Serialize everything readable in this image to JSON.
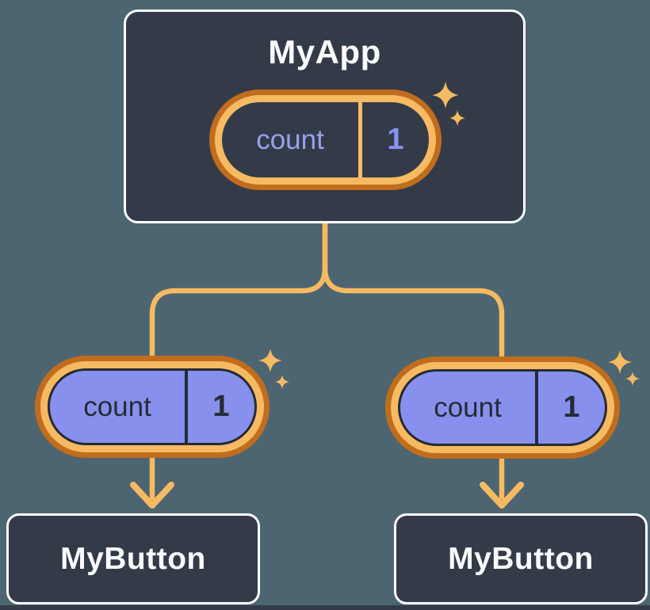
{
  "colors": {
    "background": "#4C6570",
    "node_fill": "#343B48",
    "node_border": "#FFFFFF",
    "accent_light_orange": "#F6BA62",
    "accent_dark_orange": "#C06D1D",
    "prop_pill_fill": "#8790EC",
    "dark_text": "#262B33",
    "state_label_text": "#98A1ED",
    "state_value_text": "#8793F1",
    "title_text": "#FAFBFD"
  },
  "tree": {
    "root": {
      "title": "MyApp",
      "state": {
        "label": "count",
        "value": "1"
      }
    },
    "children": [
      {
        "title": "MyButton",
        "prop": {
          "label": "count",
          "value": "1"
        }
      },
      {
        "title": "MyButton",
        "prop": {
          "label": "count",
          "value": "1"
        }
      }
    ]
  }
}
